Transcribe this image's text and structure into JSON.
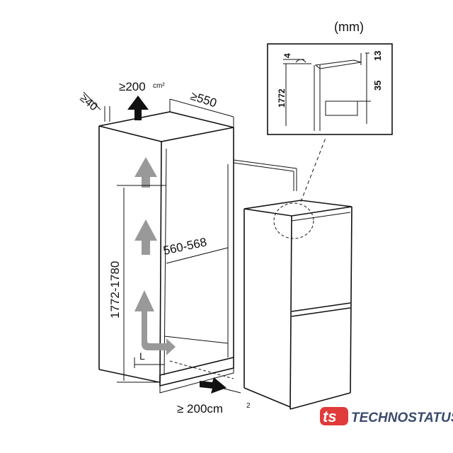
{
  "units": "(mm)",
  "dimensions": {
    "side_gap": "≥40",
    "top_vent": "≥200",
    "top_vent_unit": "cm²",
    "depth": "≥550",
    "height": "1772-1780",
    "width": "560-568",
    "l_label": "L",
    "bottom_vent": "≥ 200cm",
    "bottom_vent_sup": "2"
  },
  "detail": {
    "d4": "4",
    "d13": "13",
    "d35": "35",
    "d1772": "1772"
  },
  "brand": {
    "name": "TECHNOSTATUS",
    "logo_text": "ts",
    "logo_color": "#e03a3a",
    "text_color": "#3a4a6b"
  }
}
